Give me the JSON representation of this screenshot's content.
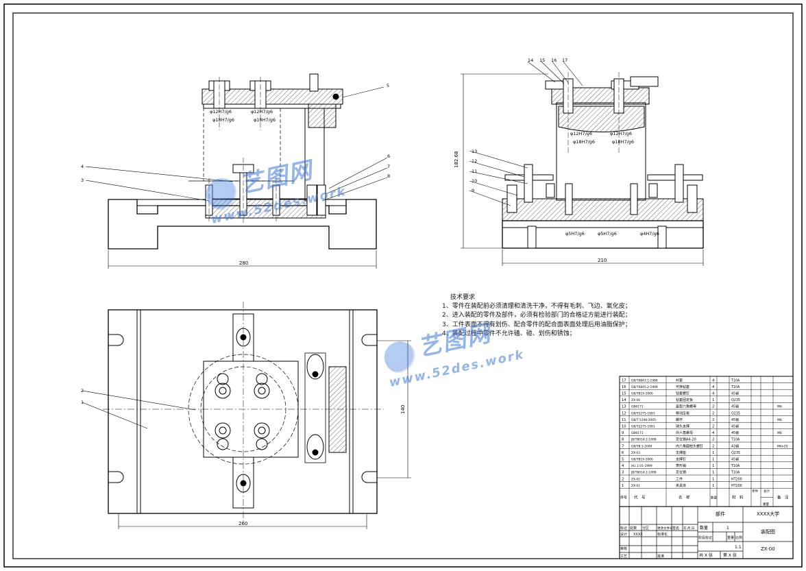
{
  "dims": {
    "front_width": "280",
    "side_width": "210",
    "side_height": "182.68",
    "plan_width": "260",
    "plan_height": "140"
  },
  "fits": {
    "front_fit_a1": "φ12H7/g6",
    "front_fit_a2": "φ18H7/g6",
    "front_fit_b1": "φ12H7/g6",
    "front_fit_b2": "φ18H7/g6",
    "side_fit_a1": "φ12H7/g6",
    "side_fit_a2": "φ18H7/g6",
    "side_fit_b1": "φ12H7/g6",
    "side_fit_b2": "φ18H7/g6",
    "side_bottom_1": "φ5H7/g6",
    "side_bottom_2": "φ5H7/g6",
    "side_bottom_3": "φ4H7/g6"
  },
  "balloons": {
    "front": [
      "5",
      "4",
      "3",
      "6",
      "7",
      "8"
    ],
    "side_top": [
      "14",
      "15",
      "16",
      "17"
    ],
    "side_left": [
      "13",
      "12",
      "11",
      "10",
      "9"
    ],
    "plan": [
      "2",
      "1"
    ]
  },
  "technical_requirements": {
    "title": "技术要求",
    "items": [
      "1、零件在装配前必须清理和清洗干净，不得有毛刺、飞边、氧化皮；",
      "2、进入装配的零件及部件，必须有检验部门的合格证方能进行装配；",
      "3、工件表面不得有划伤、配合零件的配合面表面处理后用油脂保护；",
      "4、装配过程中零件不允许磕、碰、划伤和锈蚀；"
    ]
  },
  "bom": {
    "rows": [
      {
        "no": "17",
        "code": "GB/T6843.1-1986",
        "name": "衬套",
        "qty": "4",
        "mat": "T10A",
        "note": ""
      },
      {
        "no": "16",
        "code": "GB/T6845.2-1999",
        "name": "可换钻套",
        "qty": "4",
        "mat": "T10A",
        "note": ""
      },
      {
        "no": "15",
        "code": "GB/T819-2000",
        "name": "钻套螺钉",
        "qty": "4",
        "mat": "45钢",
        "note": ""
      },
      {
        "no": "14",
        "code": "ZX-04",
        "name": "钻套固定板",
        "qty": "1",
        "mat": "Q235",
        "note": ""
      },
      {
        "no": "13",
        "code": "GB6171",
        "name": "盖型六角螺母",
        "qty": "2",
        "mat": "45钢",
        "note": "M6"
      },
      {
        "no": "12",
        "code": "GB/T2275-1991",
        "name": "移动压板",
        "qty": "2",
        "mat": "Q235",
        "note": ""
      },
      {
        "no": "11",
        "code": "GB/T 5196-2005",
        "name": "螺杆",
        "qty": "2",
        "mat": "45钢",
        "note": "M6"
      },
      {
        "no": "10",
        "code": "GB/T2275-1991",
        "name": "球头支撑",
        "qty": "2",
        "mat": "45钢",
        "note": ""
      },
      {
        "no": "9",
        "code": "GB6171",
        "name": "外六角螺母",
        "qty": "4",
        "mat": "45钢",
        "note": "M6"
      },
      {
        "no": "8",
        "code": "JB/T8014.2-1999",
        "name": "定位销A4-20",
        "qty": "2",
        "mat": "T10A",
        "note": ""
      },
      {
        "no": "7",
        "code": "GB/T8.3-2000",
        "name": "内六角圆柱头螺钉",
        "qty": "2",
        "mat": "A3钢",
        "note": "M6x20"
      },
      {
        "no": "6",
        "code": "ZX-03",
        "name": "支撑座",
        "qty": "1",
        "mat": "Q235",
        "note": ""
      },
      {
        "no": "5",
        "code": "GB/T819-2000",
        "name": "支撑钉",
        "qty": "1",
        "mat": "45钢",
        "note": ""
      },
      {
        "no": "4",
        "code": "HG 2.01-1999",
        "name": "菱形销",
        "qty": "1",
        "mat": "T10A",
        "note": ""
      },
      {
        "no": "3",
        "code": "JB/T8014.2-1999",
        "name": "定位销",
        "qty": "1",
        "mat": "T10A",
        "note": ""
      },
      {
        "no": "2",
        "code": "ZX-02",
        "name": "工件",
        "qty": "1",
        "mat": "HT200",
        "note": ""
      },
      {
        "no": "1",
        "code": "ZX-01",
        "name": "夹具体",
        "qty": "1",
        "mat": "HT200",
        "note": ""
      }
    ],
    "header": {
      "no": "序号",
      "code": "代　号",
      "name": "名　称",
      "qty": "数量",
      "mat": "材　料",
      "unit_weight": "单件",
      "total_weight": "总计",
      "weight": "重量",
      "note": "备　注"
    }
  },
  "title_block": {
    "school": "XXXX大学",
    "part_label": "部件",
    "drawing_name": "装配图",
    "quantity_label": "数量",
    "quantity": "1",
    "scale_label": "比例",
    "scale": "1:1",
    "weight_label": "重量",
    "stage_label": "阶段标记",
    "drawing_no": "ZX-00",
    "sheets": "共 X 张",
    "sheet": "第 X 张",
    "rows_left": [
      "标记",
      "设计",
      "审核",
      "工艺"
    ],
    "designer": "XXXX",
    "std_label": "标准化",
    "approve_label": "批准",
    "sign_labels": [
      "处数",
      "分区",
      "更改文件号",
      "签名",
      "年.月.日"
    ]
  },
  "watermark": {
    "brand": "艺图网",
    "url": "www.52des.work"
  }
}
